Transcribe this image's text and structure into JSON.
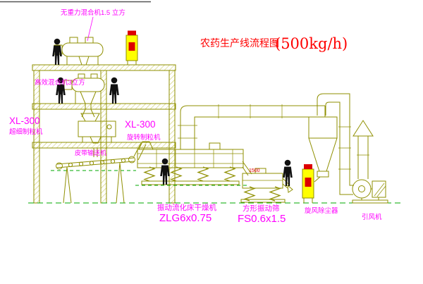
{
  "title": {
    "main": "农药生产线流程图",
    "capacity": "(500kg/h)"
  },
  "labels": {
    "gravity_mixer": "无重力混合机1.5 立方",
    "high_efficiency_mixer": "高效混合机3立方",
    "fine_granulator_model": "XL-300",
    "fine_granulator_name": "超细制粒机",
    "rotary_granulator_model": "XL-300",
    "rotary_granulator_name": "旋转制粒机",
    "belt_conveyor": "皮带输送机",
    "dryer_name": "振动流化床干燥机",
    "dryer_model": "ZLG6x0.75",
    "sieve_name": "方形振动筛",
    "sieve_model": "FS0.6x1.5",
    "cyclone": "旋风除尘器",
    "induced_fan": "引风机",
    "dimension_note": "1500"
  },
  "colors": {
    "equipment_line": "#8f8f00",
    "label_magenta": "#ff00ff",
    "title_red": "#ff0000",
    "ground_green": "#00aa00",
    "figure_black": "#111111",
    "elevator_yellow": "#ffff00",
    "elevator_red": "#dd0000"
  }
}
